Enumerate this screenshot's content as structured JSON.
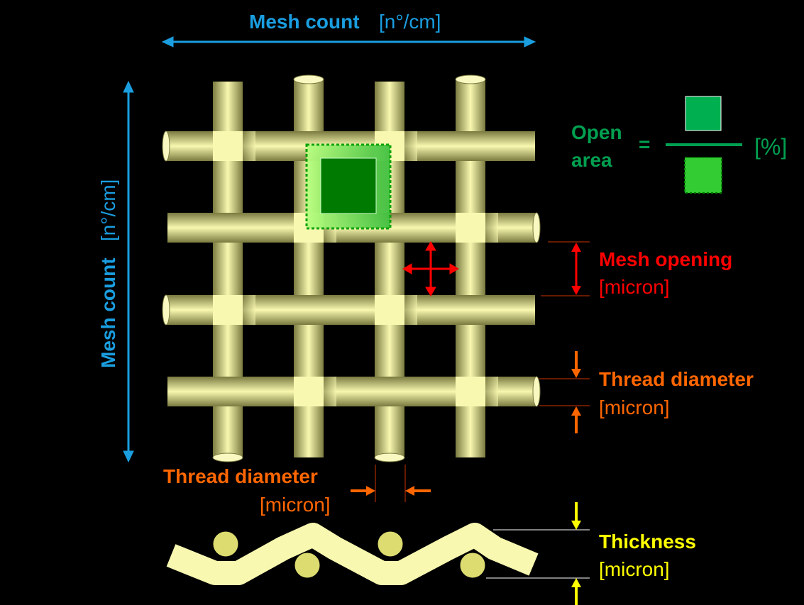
{
  "colors": {
    "background": "#000000",
    "thread_light": "#f8f8b0",
    "thread_dark": "#7a7a40",
    "mesh_count": "#1a9ee0",
    "open_area": "#00a050",
    "open_square": "#00b050",
    "open_square_dotted": "#33cc33",
    "hole_dark": "#007a00",
    "hole_light": "#6ee860",
    "mesh_opening": "#ff0000",
    "thread_diameter": "#ff6600",
    "thickness": "#ffff00",
    "guide_line": "#cc3300",
    "guide_line_thickness": "#ffffff"
  },
  "mesh_count_horizontal": {
    "label": "Mesh count",
    "unit": "[n°/cm]"
  },
  "mesh_count_vertical": {
    "label": "Mesh count",
    "unit": "[n°/cm]"
  },
  "open_area": {
    "label_line1": "Open",
    "label_line2": "area",
    "equals": "=",
    "unit": "[%]"
  },
  "mesh_opening": {
    "label": "Mesh opening",
    "unit": "[micron]"
  },
  "thread_diameter_right": {
    "label": "Thread diameter",
    "unit": "[micron]"
  },
  "thread_diameter_bottom": {
    "label": "Thread diameter",
    "unit": "[micron]"
  },
  "thickness": {
    "label": "Thickness",
    "unit": "[micron]"
  }
}
